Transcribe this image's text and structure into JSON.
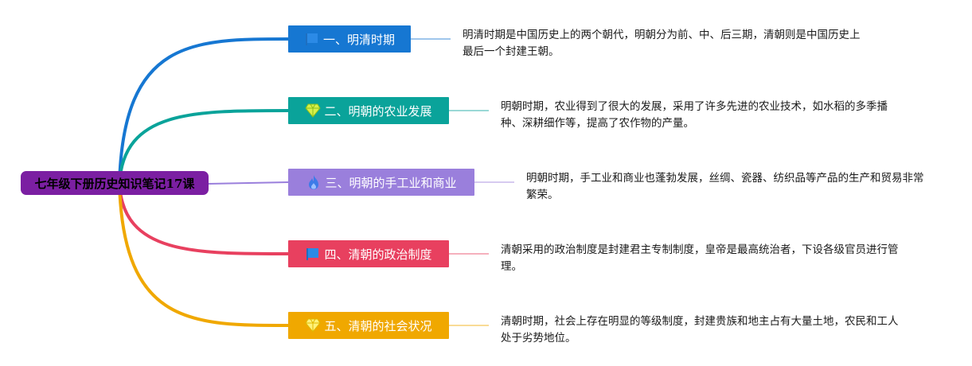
{
  "root": {
    "title": "七年级下册历史知识笔记17课",
    "color": "#7b1fa2"
  },
  "branches": [
    {
      "label": "一、明清时期",
      "color": "#1677d2",
      "icon": "flag-icon",
      "desc": "明清时期是中国历史上的两个朝代，明朝分为前、中、后三期，清朝则是中国历史上最后一个封建王朝。"
    },
    {
      "label": "二、明朝的农业发展",
      "color": "#0aa39a",
      "icon": "diamond-icon",
      "desc": "明朝时期，农业得到了很大的发展，采用了许多先进的农业技术，如水稻的多季播种、深耕细作等，提高了农作物的产量。"
    },
    {
      "label": "三、明朝的手工业和商业",
      "color": "#9a7fdc",
      "icon": "flame-icon",
      "desc": "明朝时期，手工业和商业也蓬勃发展，丝绸、瓷器、纺织品等产品的生产和贸易非常繁荣。"
    },
    {
      "label": "四、清朝的政治制度",
      "color": "#e8405f",
      "icon": "flag-icon",
      "desc": "清朝采用的政治制度是封建君主专制制度，皇帝是最高统治者，下设各级官员进行管理。"
    },
    {
      "label": "五、清朝的社会状况",
      "color": "#f0a800",
      "icon": "diamond-icon",
      "desc": "清朝时期，社会上存在明显的等级制度，封建贵族和地主占有大量土地，农民和工人处于劣势地位。"
    }
  ]
}
